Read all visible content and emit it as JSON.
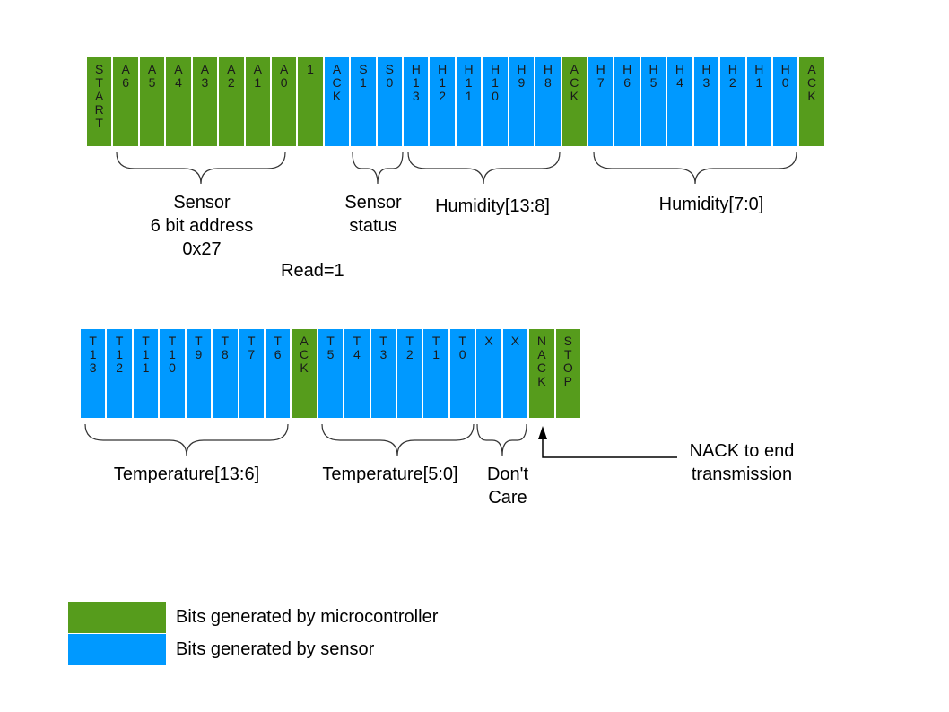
{
  "colors": {
    "microcontroller": "#569c1c",
    "sensor": "#0099ff"
  },
  "frames": {
    "top": [
      {
        "label": "START",
        "source": "mcu"
      },
      {
        "label": "A6",
        "source": "mcu"
      },
      {
        "label": "A5",
        "source": "mcu"
      },
      {
        "label": "A4",
        "source": "mcu"
      },
      {
        "label": "A3",
        "source": "mcu"
      },
      {
        "label": "A2",
        "source": "mcu"
      },
      {
        "label": "A1",
        "source": "mcu"
      },
      {
        "label": "A0",
        "source": "mcu"
      },
      {
        "label": "1",
        "source": "mcu"
      },
      {
        "label": "ACK",
        "source": "sensor"
      },
      {
        "label": "S1",
        "source": "sensor"
      },
      {
        "label": "S0",
        "source": "sensor"
      },
      {
        "label": "H13",
        "source": "sensor"
      },
      {
        "label": "H12",
        "source": "sensor"
      },
      {
        "label": "H11",
        "source": "sensor"
      },
      {
        "label": "H10",
        "source": "sensor"
      },
      {
        "label": "H9",
        "source": "sensor"
      },
      {
        "label": "H8",
        "source": "sensor"
      },
      {
        "label": "ACK",
        "source": "mcu"
      },
      {
        "label": "H7",
        "source": "sensor"
      },
      {
        "label": "H6",
        "source": "sensor"
      },
      {
        "label": "H5",
        "source": "sensor"
      },
      {
        "label": "H4",
        "source": "sensor"
      },
      {
        "label": "H3",
        "source": "sensor"
      },
      {
        "label": "H2",
        "source": "sensor"
      },
      {
        "label": "H1",
        "source": "sensor"
      },
      {
        "label": "H0",
        "source": "sensor"
      },
      {
        "label": "ACK",
        "source": "mcu"
      }
    ],
    "bottom": [
      {
        "label": "T13",
        "source": "sensor"
      },
      {
        "label": "T12",
        "source": "sensor"
      },
      {
        "label": "T11",
        "source": "sensor"
      },
      {
        "label": "T10",
        "source": "sensor"
      },
      {
        "label": "T9",
        "source": "sensor"
      },
      {
        "label": "T8",
        "source": "sensor"
      },
      {
        "label": "T7",
        "source": "sensor"
      },
      {
        "label": "T6",
        "source": "sensor"
      },
      {
        "label": "ACK",
        "source": "mcu"
      },
      {
        "label": "T5",
        "source": "sensor"
      },
      {
        "label": "T4",
        "source": "sensor"
      },
      {
        "label": "T3",
        "source": "sensor"
      },
      {
        "label": "T2",
        "source": "sensor"
      },
      {
        "label": "T1",
        "source": "sensor"
      },
      {
        "label": "T0",
        "source": "sensor"
      },
      {
        "label": "X",
        "source": "sensor"
      },
      {
        "label": "X",
        "source": "sensor"
      },
      {
        "label": "NACK",
        "source": "mcu"
      },
      {
        "label": "STOP",
        "source": "mcu"
      }
    ]
  },
  "annotations": {
    "sensor_address": "Sensor\n6 bit address\n0x27",
    "read_bit": "Read=1",
    "sensor_status": "Sensor\nstatus",
    "humidity_high": "Humidity[13:8]",
    "humidity_low": "Humidity[7:0]",
    "temperature_high": "Temperature[13:6]",
    "temperature_low": "Temperature[5:0]",
    "dont_care": "Don't\nCare",
    "nack_note": "NACK to end\ntransmission"
  },
  "legend": {
    "microcontroller": "Bits generated by microcontroller",
    "sensor": "Bits generated by sensor"
  }
}
